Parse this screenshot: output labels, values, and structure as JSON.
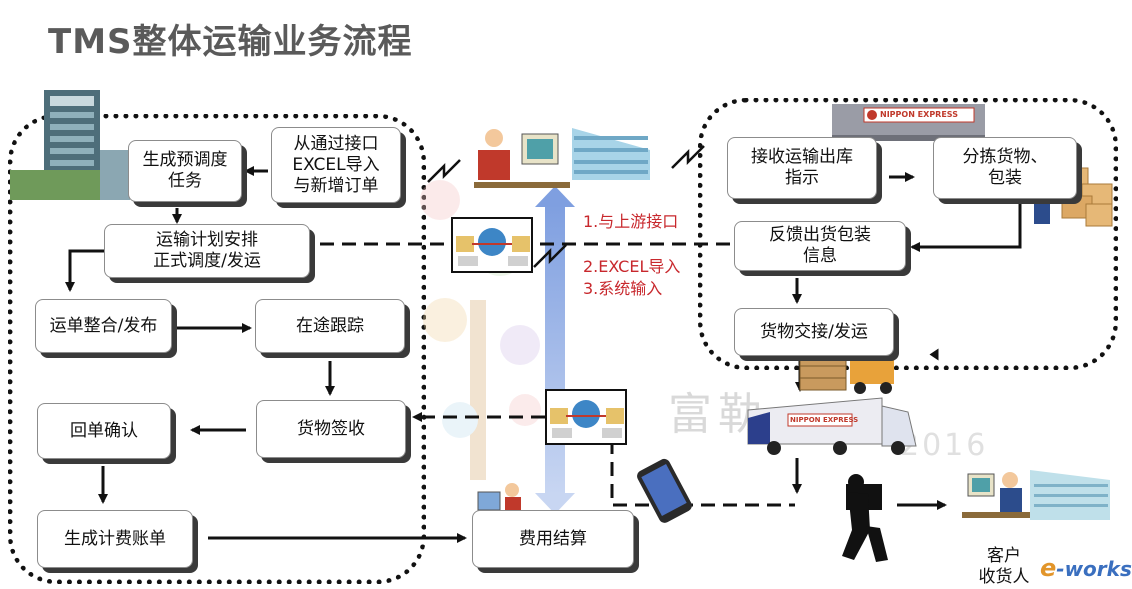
{
  "title": "TMS整体运输业务流程",
  "boxes": {
    "generate_task": "生成预调度\n任务",
    "import_orders": "从通过接口\nEXCEL导入\n与新增订单",
    "dispatch": "运输计划安排\n正式调度/发运",
    "waybill": "运单整合/发布",
    "tracking": "在途跟踪",
    "receipt_confirm": "回单确认",
    "goods_sign": "货物签收",
    "billing": "生成计费账单",
    "settlement": "费用结算",
    "receive_instr": "接收运输出库\n指示",
    "sort_pack": "分拣货物、\n包装",
    "feedback": "反馈出货包装\n信息",
    "handover": "货物交接/发运"
  },
  "red_labels": [
    "1.与上游接口",
    "2.EXCEL导入",
    "3.系统输入"
  ],
  "receiver": "客户\n收货人",
  "truck_text": "NIPPON EXPRESS",
  "watermark": {
    "text": "富勒",
    "year": "2016"
  },
  "logo": {
    "e": "e",
    "works": "-works"
  },
  "colors": {
    "region": "#111111",
    "red": "#c8282d",
    "arrow_blue": "#9bb5e6"
  }
}
